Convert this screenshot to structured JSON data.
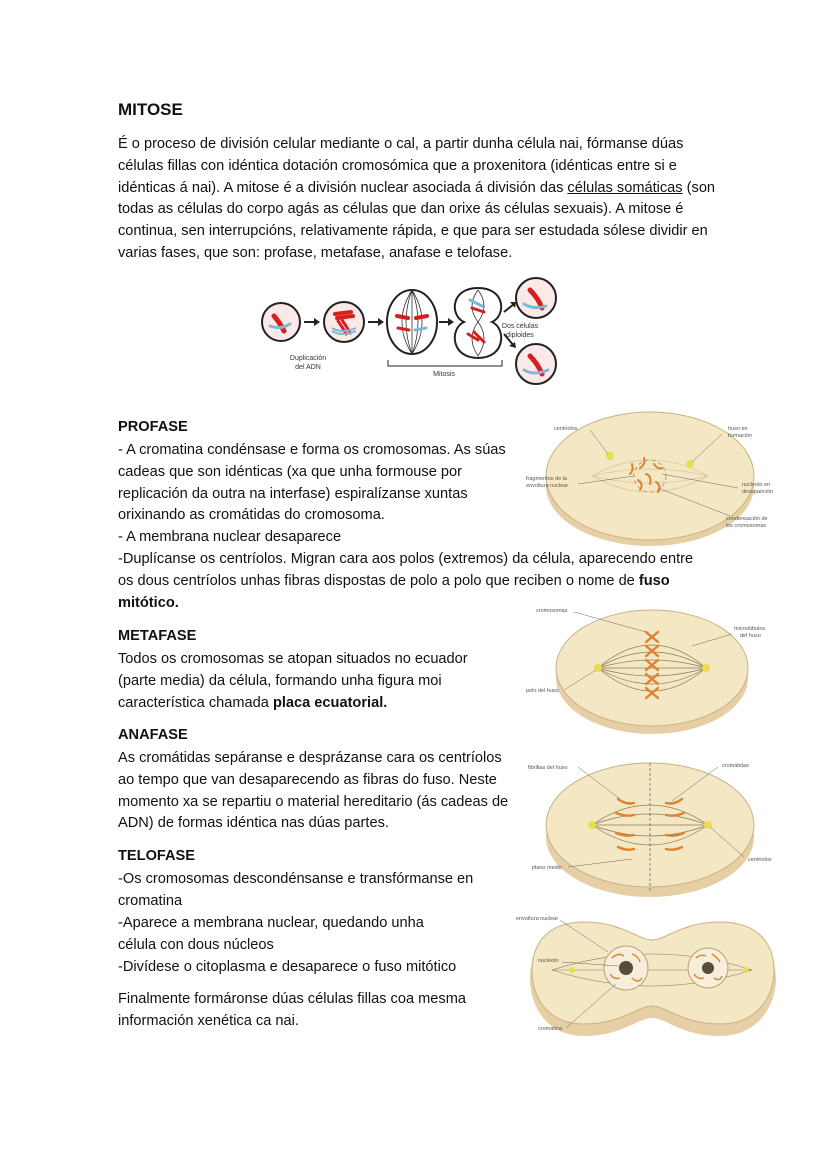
{
  "title": "MITOSE",
  "intro": {
    "before": "É o proceso de división celular mediante o cal, a partir dunha célula nai, fórmanse dúas células fillas con idéntica dotación cromosómica que a proxenitora (idénticas entre si e idénticas á nai). A mitose é a división nuclear asociada á división das ",
    "underlined": "células somáticas",
    "after": " (son todas as células do corpo agás as células que dan orixe ás células sexuais). A mitose é continua, sen interrupcións, relativamente rápida, e que para ser estudada sólese dividir en varias fases, que son: profase, metafase, anafase e telofase."
  },
  "overview_figure": {
    "label_dna": [
      "Duplicación",
      "del ADN"
    ],
    "label_mitosis": "Mitosis",
    "label_daughters": [
      "Dos células",
      "diploides"
    ]
  },
  "profase": {
    "heading": "PROFASE",
    "line1": "- A cromatina condénsase e forma os cromosomas. As súas cadeas que son idénticas (xa que unha formouse por replicación da outra na interfase) espiralízanse xuntas orixinando as cromátidas do cromosoma.",
    "line2": "- A membrana nuclear desaparece",
    "line3_before": "-Duplícanse os centríolos. Migran cara aos polos (extremos) da célula, aparecendo entre os dous centríolos unhas fibras dispostas de polo a polo que reciben o nome de ",
    "line3_bold": "fuso mitótico.",
    "labels": {
      "centriolos": "centriolos",
      "huso": [
        "huso en",
        "formación"
      ],
      "fragmentos": [
        "fragmentos de la",
        "envoltura nuclear"
      ],
      "nucleolo": [
        "nucleolo en",
        "desaparición"
      ],
      "condensacion": [
        "condensación de",
        "los cromosomas"
      ]
    }
  },
  "metafase": {
    "heading": "METAFASE",
    "text_before": "Todos os cromosomas se atopan situados no ecuador (parte media) da célula, formando unha figura moi característica chamada ",
    "text_bold": "placa ecuatorial.",
    "labels": {
      "cromosomas": "cromosomas",
      "microtubulos": [
        "microtúbulos",
        "del huso"
      ],
      "polo": "polo del huso"
    }
  },
  "anafase": {
    "heading": "ANAFASE",
    "text": "As cromátidas sepáranse e desprázanse cara os centríolos ao tempo que van desaparecendo as fibras do fuso. Neste momento xa se repartiu o material hereditario (ás cadeas de ADN) de formas idéntica nas dúas partes.",
    "labels": {
      "fibrillas": "fibrillas del huso",
      "cromatidas": "cromátidas",
      "plano": "plano medio",
      "centriolos": "centriolos"
    }
  },
  "telofase": {
    "heading": "TELOFASE",
    "line1": "-Os cromosomas descondénsanse e transfórmanse en cromatina",
    "line2": "-Aparece a membrana nuclear, quedando unha célula con dous núcleos",
    "line3": "-Divídese o citoplasma e desaparece o fuso mitótico",
    "labels": {
      "envoltura": "envoltura nuclear",
      "nucleolo": "nucleolo",
      "cromatina": "cromatina"
    }
  },
  "final": "Finalmente formáronse dúas células fillas coa mesma información xenética ca nai."
}
